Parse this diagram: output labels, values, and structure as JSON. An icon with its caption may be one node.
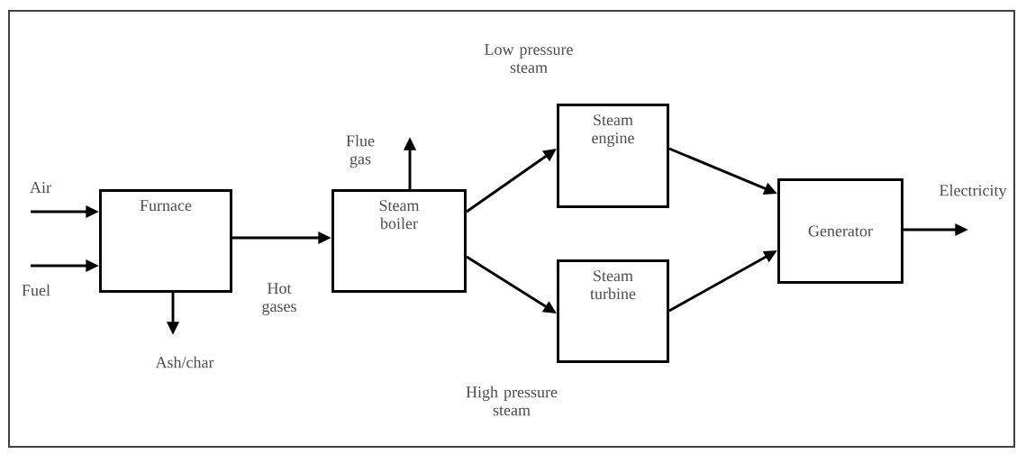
{
  "diagram": {
    "nodes": [
      {
        "text": [
          "Furnace"
        ]
      },
      {
        "text": [
          "Steam boiler"
        ]
      },
      {
        "text": [
          "Steam engine"
        ]
      },
      {
        "text": [
          "Steam turbine"
        ]
      },
      {
        "text": [
          "Generator"
        ]
      }
    ],
    "edges": [
      {
        "from": null,
        "to": 0,
        "arrow": "to",
        "label": "Air"
      },
      {
        "from": null,
        "to": 0,
        "arrow": "to",
        "label": "Fuel"
      },
      {
        "from": 0,
        "to": null,
        "arrow": "to",
        "label": "Ash/char"
      },
      {
        "from": 0,
        "to": 1,
        "arrow": "to",
        "label": "Hot gases"
      },
      {
        "from": 1,
        "to": null,
        "arrow": "to",
        "label": "Flue gas"
      },
      {
        "from": 1,
        "to": 2,
        "arrow": "to"
      },
      {
        "from": 1,
        "to": 3,
        "arrow": "to"
      },
      {
        "from": 2,
        "to": 4,
        "arrow": "to"
      },
      {
        "from": 3,
        "to": 4,
        "arrow": "to"
      },
      {
        "from": 4,
        "to": null,
        "arrow": "to",
        "label": "Electricity"
      }
    ],
    "labels": [
      "Low pressure steam",
      "High pressure steam"
    ]
  }
}
